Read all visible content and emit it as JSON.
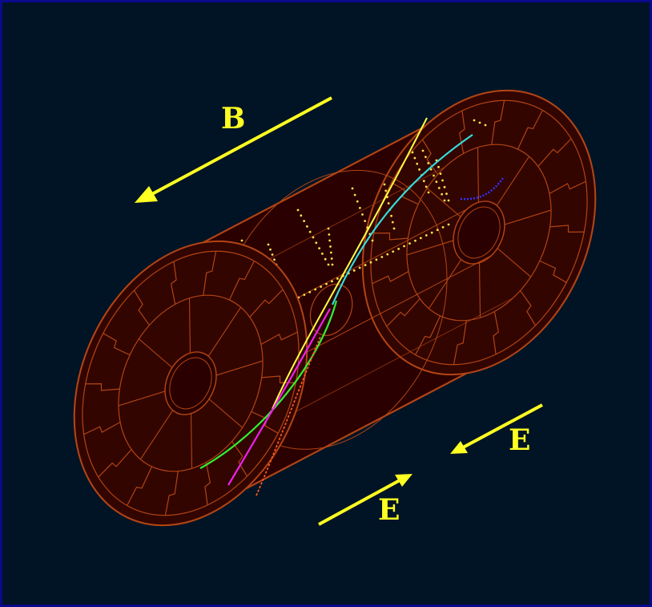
{
  "labels": {
    "b_field": "B",
    "e_field_upper": "E",
    "e_field_lower": "E"
  },
  "colors": {
    "background": "#001425",
    "border": "#0a0a8a",
    "detector_fill": "#2a0000",
    "detector_line": "#b24414",
    "label_and_arrows": "#ffff22",
    "hits": "#ffe14a"
  },
  "tracks": [
    {
      "name": "yellow-track",
      "color": "#ffff44"
    },
    {
      "name": "cyan-track",
      "color": "#33dddd"
    },
    {
      "name": "green-track",
      "color": "#33ee33"
    },
    {
      "name": "magenta-track",
      "color": "#ee22ee"
    },
    {
      "name": "orange-track",
      "color": "#ff5522"
    },
    {
      "name": "blue-track",
      "color": "#3333ff"
    }
  ]
}
